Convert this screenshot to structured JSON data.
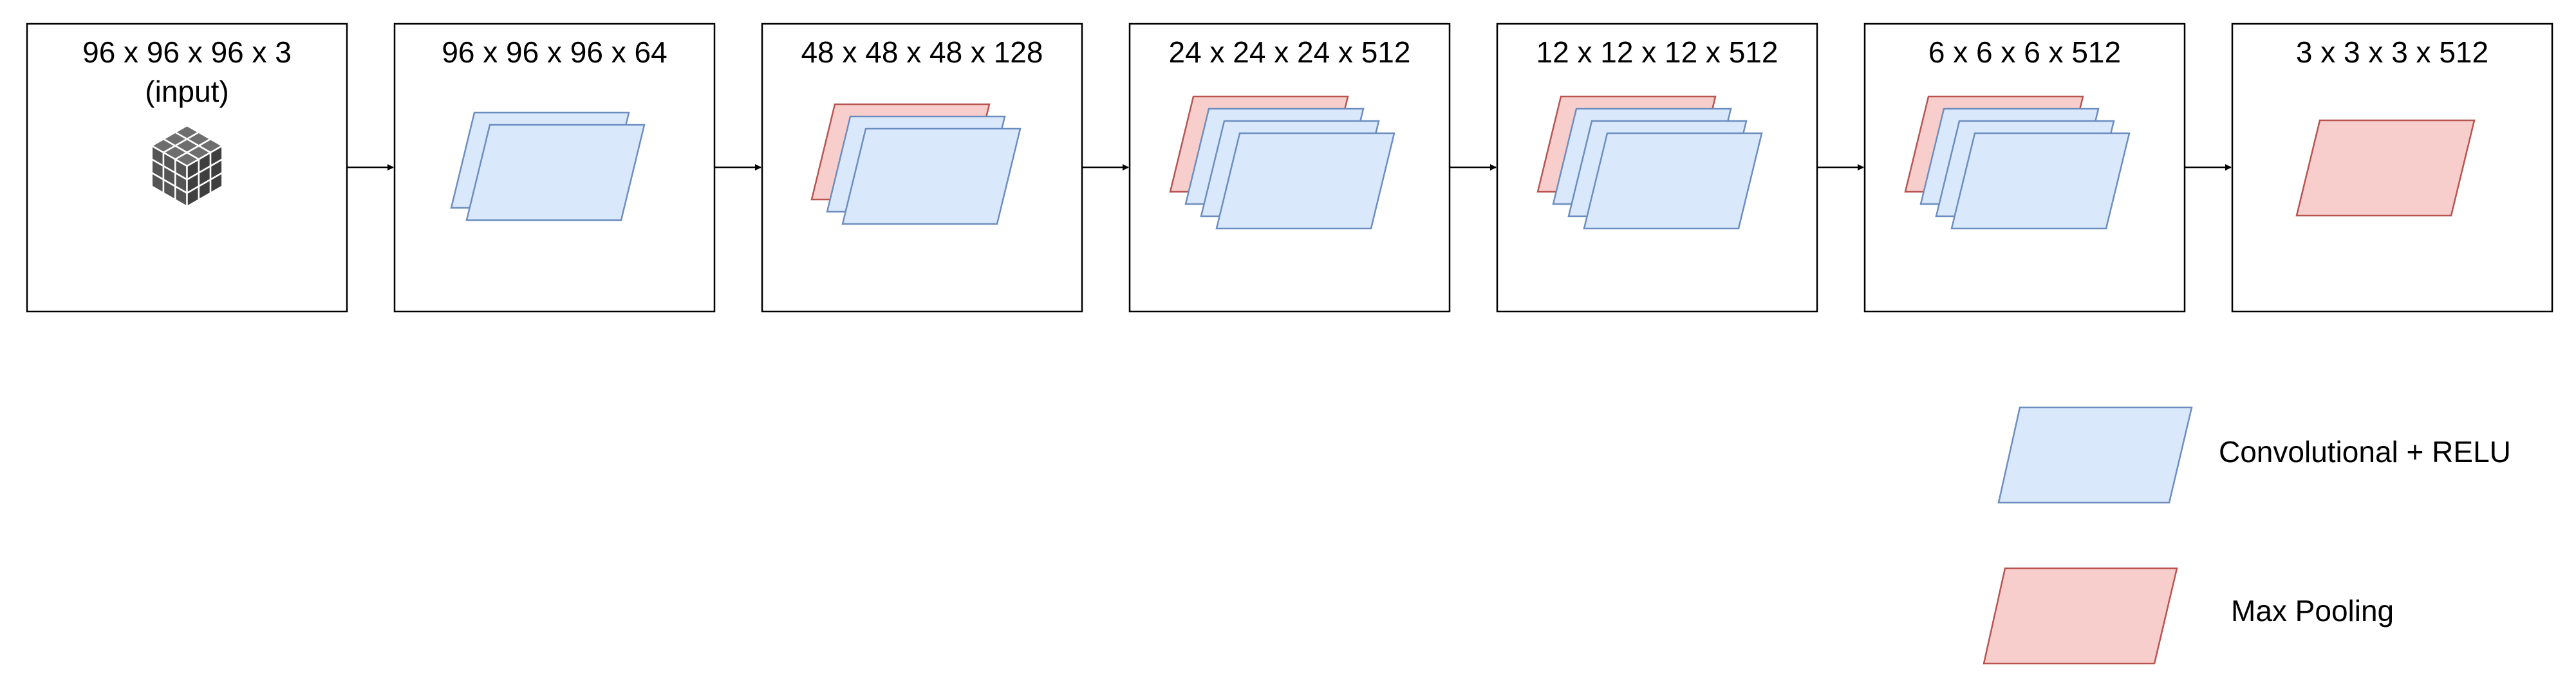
{
  "colors": {
    "conv_fill": "#dae8fc",
    "conv_stroke": "#6c8ebf",
    "pool_fill": "#f8cecc",
    "pool_stroke": "#b85450",
    "box_stroke": "#000000",
    "cube": "#555555"
  },
  "stages": [
    {
      "title_line1": "96 x 96 x 96 x 3",
      "title_line2": "(input)",
      "icon": "rubiks-cube-icon",
      "layers": []
    },
    {
      "title_line1": "96 x 96 x 96 x 64",
      "layers": [
        "conv",
        "conv"
      ]
    },
    {
      "title_line1": "48 x 48 x 48 x 128",
      "layers": [
        "pool",
        "conv",
        "conv"
      ]
    },
    {
      "title_line1": "24 x 24 x 24 x 512",
      "layers": [
        "pool",
        "conv",
        "conv",
        "conv"
      ]
    },
    {
      "title_line1": "12 x 12 x 12 x 512",
      "layers": [
        "pool",
        "conv",
        "conv",
        "conv"
      ]
    },
    {
      "title_line1": "6 x 6 x 6 x 512",
      "layers": [
        "pool",
        "conv",
        "conv",
        "conv"
      ]
    },
    {
      "title_line1": "3 x 3 x 3 x 512",
      "layers": [
        "pool"
      ]
    }
  ],
  "legend": {
    "conv_label": "Convolutional + RELU",
    "pool_label": "Max Pooling"
  }
}
